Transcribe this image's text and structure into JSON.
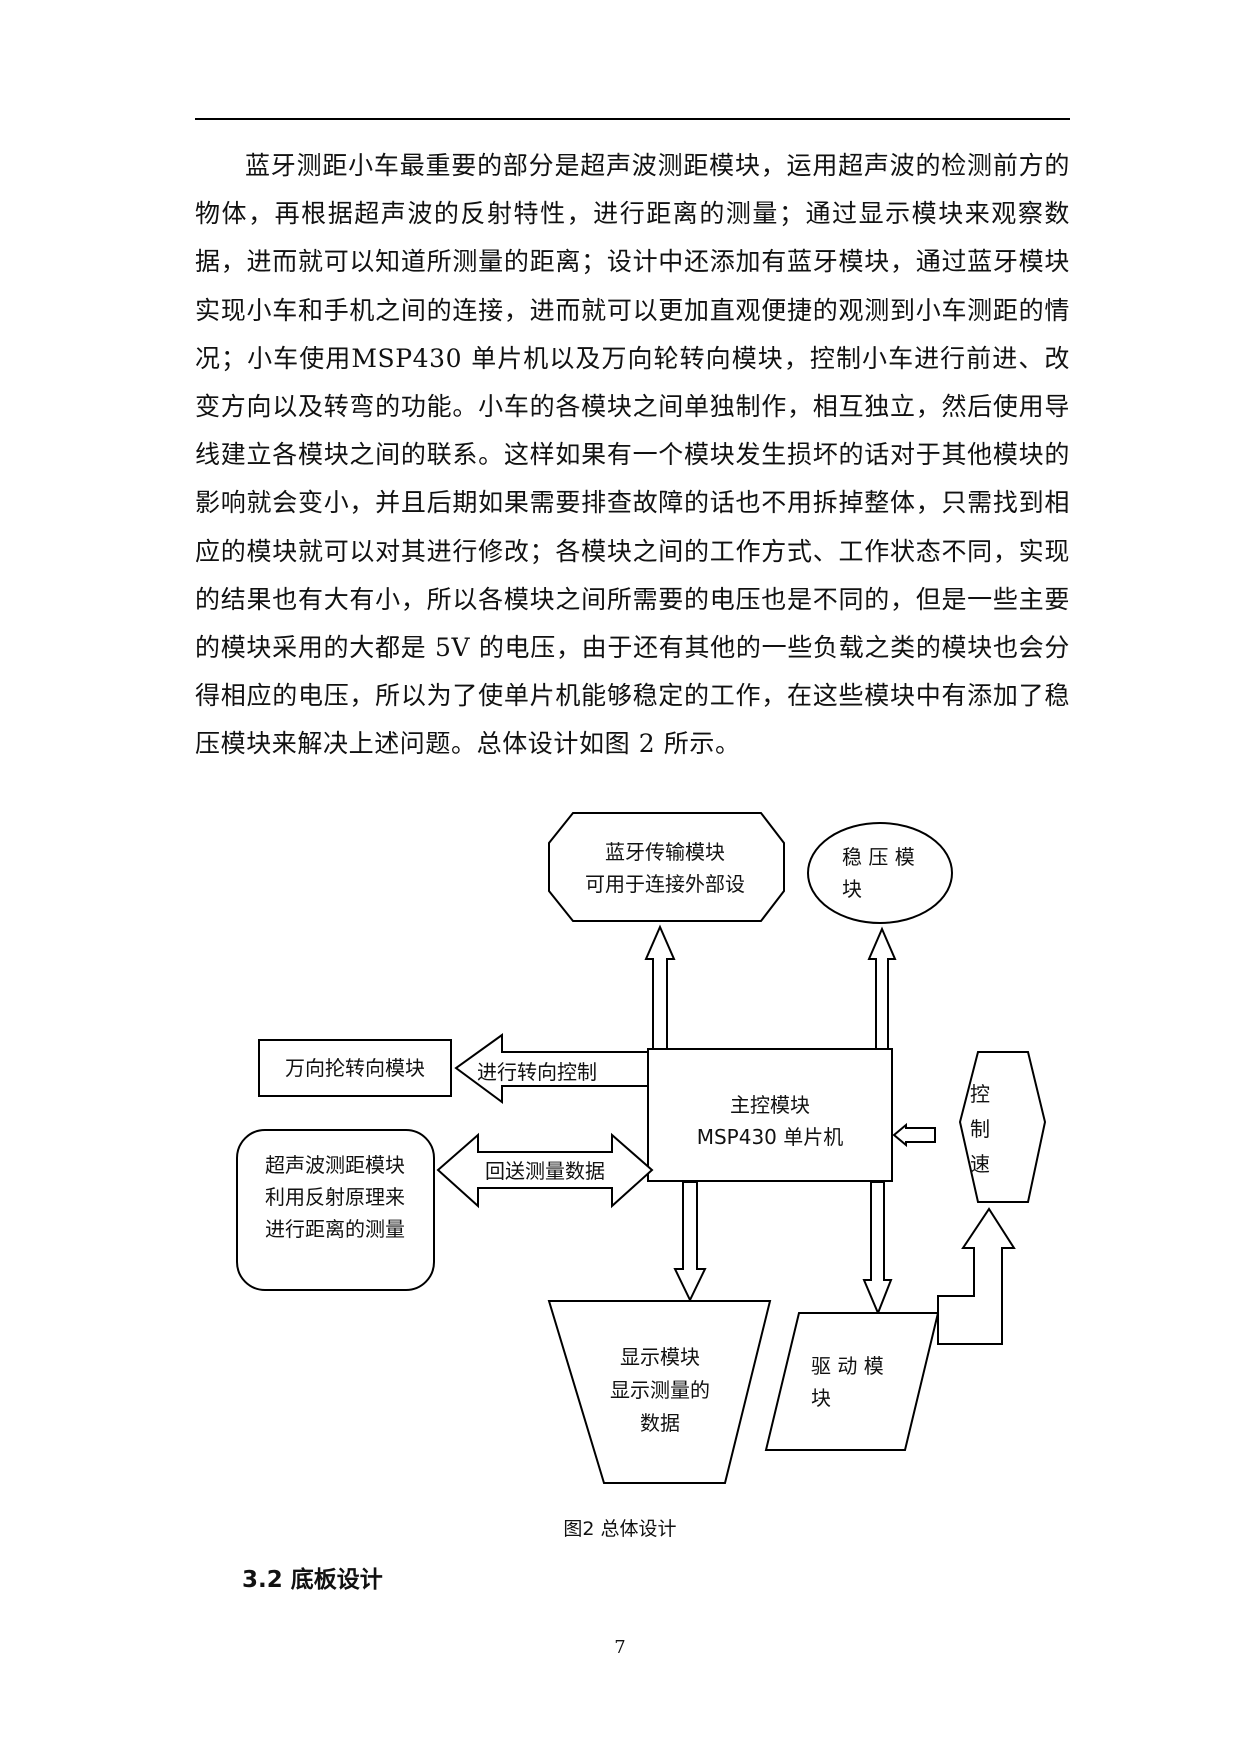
{
  "body_paragraph": "蓝牙测距小车最重要的部分是超声波测距模块，运用超声波的检测前方的物体，再根据超声波的反射特性，进行距离的测量；通过显示模块来观察数据，进而就可以知道所测量的距离；设计中还添加有蓝牙模块，通过蓝牙模块实现小车和手机之间的连接，进而就可以更加直观便捷的观测到小车测距的情况；小车使用MSP430 单片机以及万向轮转向模块，控制小车进行前进、改变方向以及转弯的功能。小车的各模块之间单独制作，相互独立，然后使用导线建立各模块之间的联系。这样如果有一个模块发生损坏的话对于其他模块的影响就会变小，并且后期如果需要排查故障的话也不用拆掉整体，只需找到相应的模块就可以对其进行修改；各模块之间的工作方式、工作状态不同，实现的结果也有大有小，所以各模块之间所需要的电压也是不同的，但是一些主要的模块采用的大都是 5V 的电压，由于还有其他的一些负载之类的模块也会分得相应的电压，所以为了使单片机能够稳定的工作，在这些模块中有添加了稳压模块来解决上述问题。总体设计如图 2 所示。",
  "diagram": {
    "bluetooth": {
      "line1": "蓝牙传输模块",
      "line2": "可用于连接外部设"
    },
    "regulator": {
      "line1": "稳 压 模",
      "line2": "块"
    },
    "steering": "万向抡转向模块",
    "steering_arrow": "进行转向控制",
    "main": {
      "line1": "主控模块",
      "line2": "MSP430 单片机"
    },
    "speed": {
      "line1": "控",
      "line2": "制",
      "line3": "速"
    },
    "ultrasonic": {
      "line1": "超声波测距模块",
      "line2": "利用反射原理来",
      "line3": "进行距离的测量"
    },
    "ultrasonic_arrow": "回送测量数据",
    "display": {
      "line1": "显示模块",
      "line2": "显示测量的",
      "line3": "数据"
    },
    "drive": {
      "line1": "驱 动 模",
      "line2": "块"
    }
  },
  "caption": "图2 总体设计",
  "section_heading": "3.2 底板设计",
  "page_number": "7"
}
